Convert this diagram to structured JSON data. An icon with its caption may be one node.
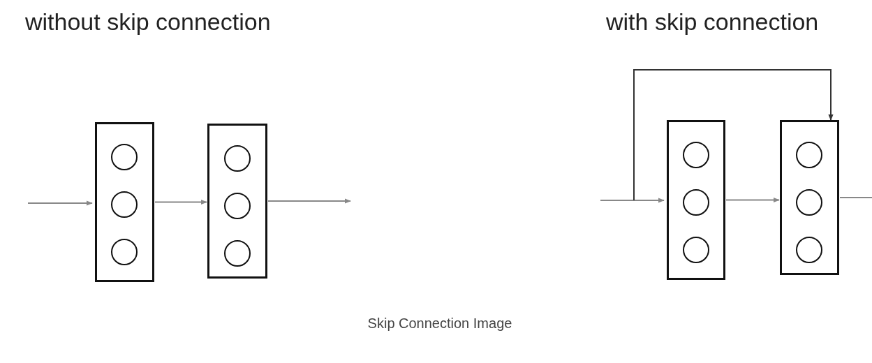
{
  "diagram": {
    "caption": "Skip Connection Image",
    "nodes": [
      {
        "text": [],
        "shape": "box"
      },
      {
        "text": [],
        "shape": "circle",
        "in": 0
      },
      {
        "text": [],
        "shape": "circle",
        "in": 0
      },
      {
        "text": [],
        "shape": "circle",
        "in": 0
      },
      {
        "text": [],
        "shape": "box"
      },
      {
        "text": [],
        "shape": "circle",
        "in": 4
      },
      {
        "text": [],
        "shape": "circle",
        "in": 4
      },
      {
        "text": [],
        "shape": "circle",
        "in": 4
      },
      {
        "text": [],
        "shape": "box"
      },
      {
        "text": [],
        "shape": "circle",
        "in": 8
      },
      {
        "text": [],
        "shape": "circle",
        "in": 8
      },
      {
        "text": [],
        "shape": "circle",
        "in": 8
      },
      {
        "text": [],
        "shape": "box"
      },
      {
        "text": [],
        "shape": "circle",
        "in": 12
      },
      {
        "text": [],
        "shape": "circle",
        "in": 12
      },
      {
        "text": [],
        "shape": "circle",
        "in": 12
      }
    ],
    "edges": [
      {
        "from": null,
        "to": 0,
        "arrow": "to"
      },
      {
        "from": 0,
        "to": 4,
        "arrow": "to"
      },
      {
        "from": 4,
        "to": null,
        "arrow": "to"
      },
      {
        "from": null,
        "to": 8,
        "arrow": "to"
      },
      {
        "from": null,
        "to": 12,
        "arrow": "to",
        "color": "#333333"
      },
      {
        "from": 8,
        "to": 12,
        "arrow": "to"
      },
      {
        "from": 12,
        "to": null,
        "arrow": "none"
      }
    ],
    "labels": [
      "without skip connection",
      "with skip connection"
    ]
  }
}
